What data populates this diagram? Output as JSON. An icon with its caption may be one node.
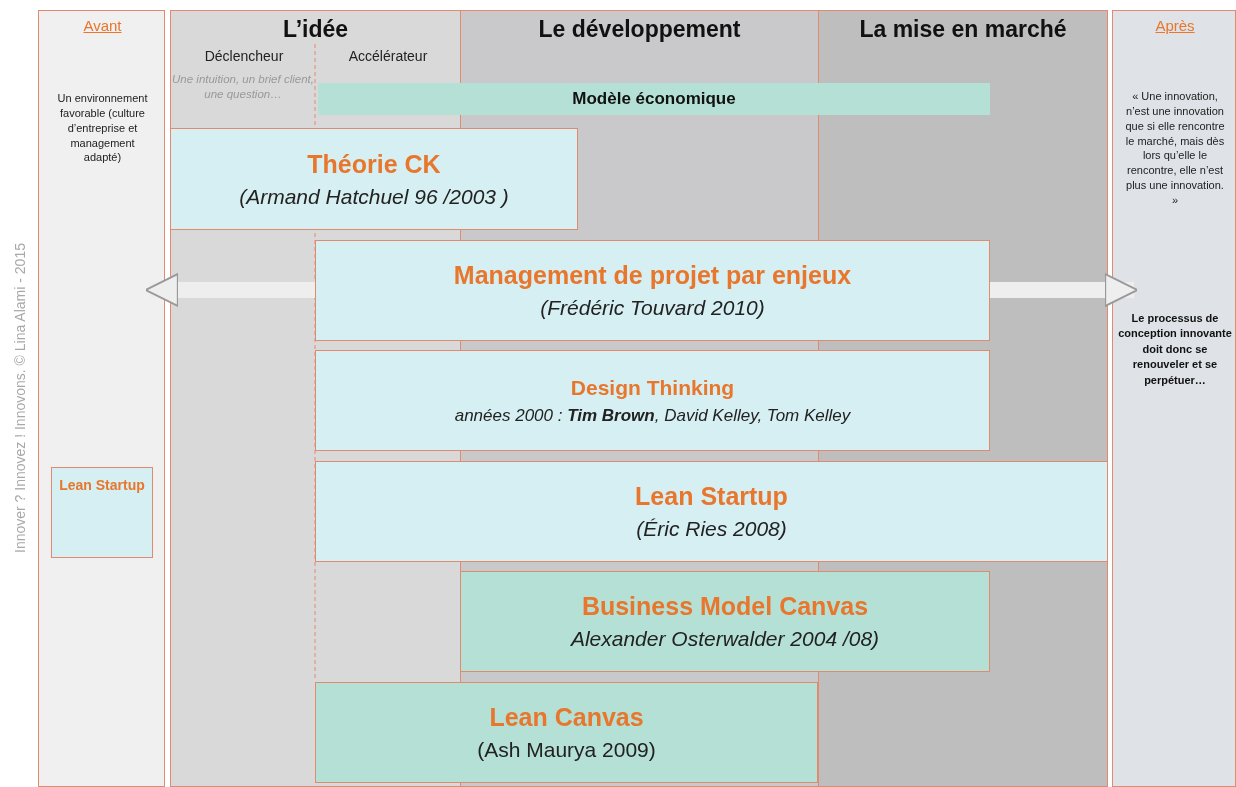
{
  "diagram": {
    "nodes": [
      {
        "text": [
          "Avant",
          "Un environnement favorable (culture d’entreprise et management adapté)"
        ]
      },
      {
        "text": [
          "L’idée",
          "Déclencheur",
          "Accélérateur"
        ]
      },
      {
        "text": [
          "Le développement"
        ]
      },
      {
        "text": [
          "La mise en marché"
        ]
      },
      {
        "text": [
          "Après",
          "« Une innovation, n’est une innovation que si elle rencontre le marché, mais dès lors qu’elle le rencontre, elle n’est plus une innovation. »",
          "Le processus de conception innovante doit donc se renouveler et se perpétuer…"
        ]
      },
      {
        "text": [
          "Modèle économique"
        ]
      },
      {
        "text": [
          "Théorie CK",
          "(Armand Hatchuel 96 /2003 )"
        ]
      },
      {
        "text": [
          "Management de projet par enjeux",
          "(Frédéric Touvard 2010)"
        ]
      },
      {
        "text": [
          "Design Thinking",
          "années 2000 : **Tim Brown**, David Kelley, Tom Kelley"
        ]
      },
      {
        "text": [
          "Lean Startup",
          "(Éric Ries 2008)"
        ]
      },
      {
        "text": [
          "Business Model Canvas",
          "Alexander Osterwalder 2004 /08)"
        ]
      },
      {
        "text": [
          "Lean Canvas",
          "(Ash Maurya 2009)"
        ]
      },
      {
        "text": [
          "Lean Startup"
        ],
        "in": 0
      }
    ],
    "edges": [
      {
        "from": 7,
        "to": 0,
        "arrow": "to"
      },
      {
        "from": 7,
        "to": 4,
        "arrow": "to"
      }
    ],
    "labels": [
      "Une intuition, un brief client, une question…",
      "Innover ? Innovez ! Innovons. © Lina Alami - 2015"
    ]
  }
}
